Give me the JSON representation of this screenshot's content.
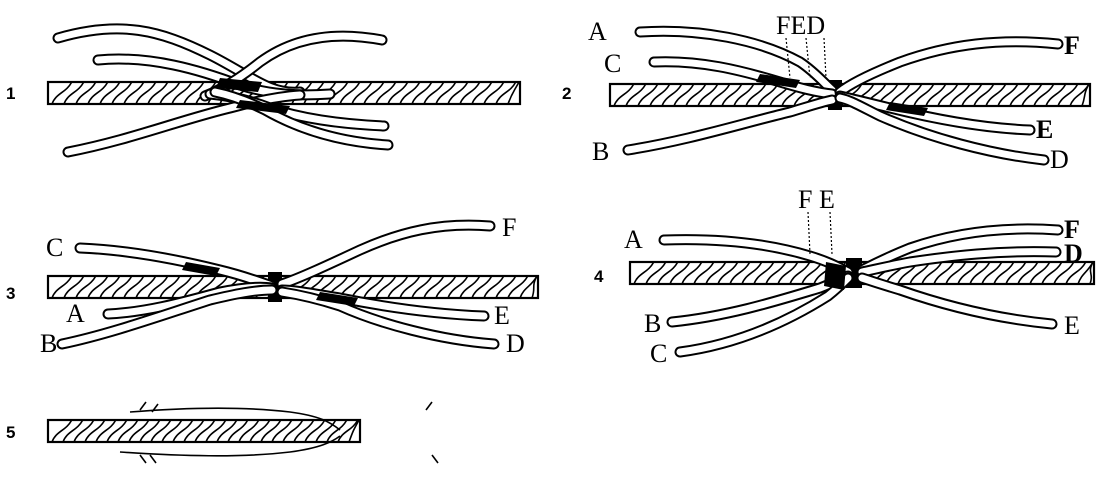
{
  "figure": {
    "panels": [
      {
        "id": "1",
        "step_number": "1",
        "labels": []
      },
      {
        "id": "2",
        "step_number": "2",
        "labels": [
          {
            "key": "A",
            "text": "A"
          },
          {
            "key": "C",
            "text": "C"
          },
          {
            "key": "B",
            "text": "B"
          },
          {
            "key": "FED",
            "text": "FED"
          },
          {
            "key": "F",
            "text": "F"
          },
          {
            "key": "E",
            "text": "E"
          },
          {
            "key": "D",
            "text": "D"
          }
        ]
      },
      {
        "id": "3",
        "step_number": "3",
        "labels": [
          {
            "key": "C",
            "text": "C"
          },
          {
            "key": "A",
            "text": "A"
          },
          {
            "key": "B",
            "text": "B"
          },
          {
            "key": "F",
            "text": "F"
          },
          {
            "key": "E",
            "text": "E"
          },
          {
            "key": "D",
            "text": "D"
          }
        ]
      },
      {
        "id": "4",
        "step_number": "4",
        "labels": [
          {
            "key": "FE",
            "text": "F E"
          },
          {
            "key": "A",
            "text": "A"
          },
          {
            "key": "B",
            "text": "B"
          },
          {
            "key": "C",
            "text": "C"
          },
          {
            "key": "F",
            "text": "F"
          },
          {
            "key": "D",
            "text": "D"
          },
          {
            "key": "E",
            "text": "E"
          }
        ]
      },
      {
        "id": "5",
        "step_number": "5",
        "labels": []
      }
    ]
  }
}
